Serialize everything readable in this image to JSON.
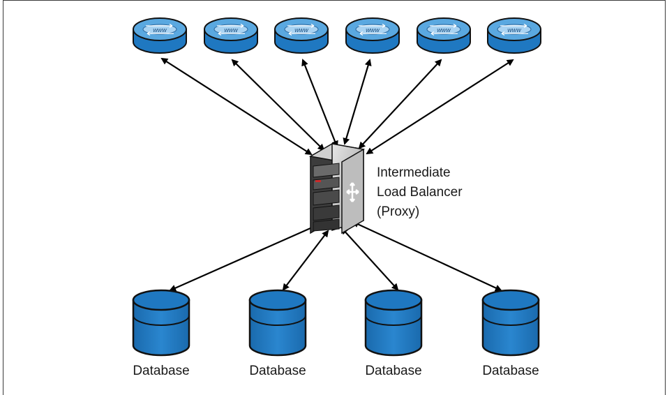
{
  "diagram": {
    "web_servers": [
      {
        "icon": "web-server-router-icon",
        "label": "www"
      },
      {
        "icon": "web-server-router-icon",
        "label": "www"
      },
      {
        "icon": "web-server-router-icon",
        "label": "www"
      },
      {
        "icon": "web-server-router-icon",
        "label": "www"
      },
      {
        "icon": "web-server-router-icon",
        "label": "www"
      },
      {
        "icon": "web-server-router-icon",
        "label": "www"
      }
    ],
    "proxy": {
      "icon": "server-tower-icon",
      "label_lines": [
        "Intermediate",
        "Load Balancer",
        "(Proxy)"
      ]
    },
    "databases": [
      {
        "icon": "database-cylinder-icon",
        "label": "Database"
      },
      {
        "icon": "database-cylinder-icon",
        "label": "Database"
      },
      {
        "icon": "database-cylinder-icon",
        "label": "Database"
      },
      {
        "icon": "database-cylinder-icon",
        "label": "Database"
      }
    ],
    "colors": {
      "device_blue": "#1f78c1",
      "device_top": "#5aa8e0",
      "outline": "#111111",
      "arrow": "#000000"
    }
  }
}
